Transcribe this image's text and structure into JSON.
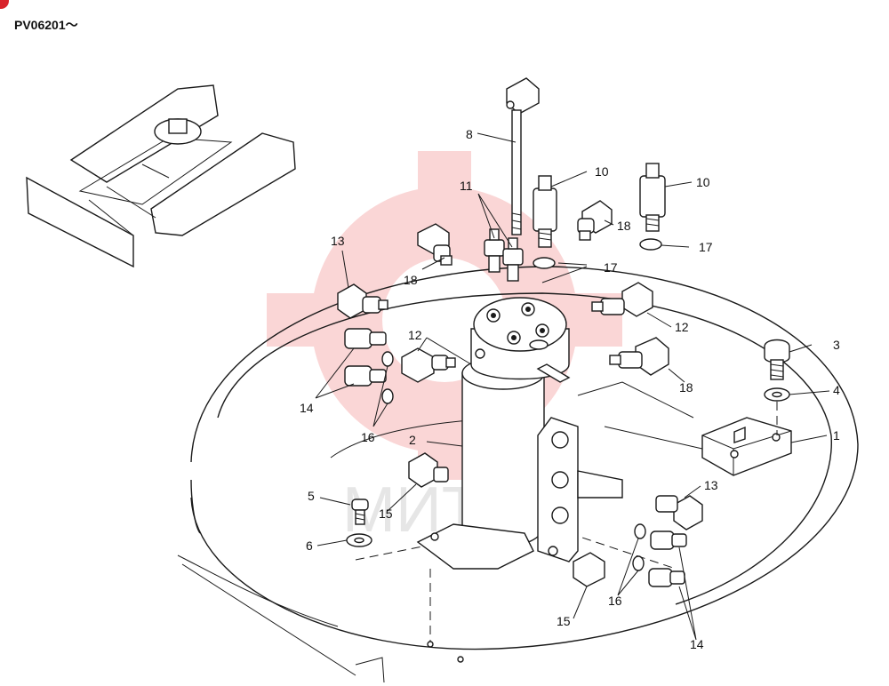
{
  "header": {
    "serial_range": "PV06201〜"
  },
  "watermark": {
    "text": "МИТЕХ",
    "emblem_color": "#f4a6a6"
  },
  "badge_color": "#d8242b",
  "callouts": {
    "c1": "1",
    "c2": "2",
    "c3": "3",
    "c4": "4",
    "c5": "5",
    "c6": "6",
    "c8": "8",
    "c10a": "10",
    "c10b": "10",
    "c11": "11",
    "c12a": "12",
    "c12b": "12",
    "c13a": "13",
    "c13b": "13",
    "c14a": "14",
    "c14b": "14",
    "c15a": "15",
    "c15b": "15",
    "c16a": "16",
    "c16b": "16",
    "c17a": "17",
    "c17b": "17",
    "c18a": "18",
    "c18b": "18",
    "c18c": "18"
  }
}
